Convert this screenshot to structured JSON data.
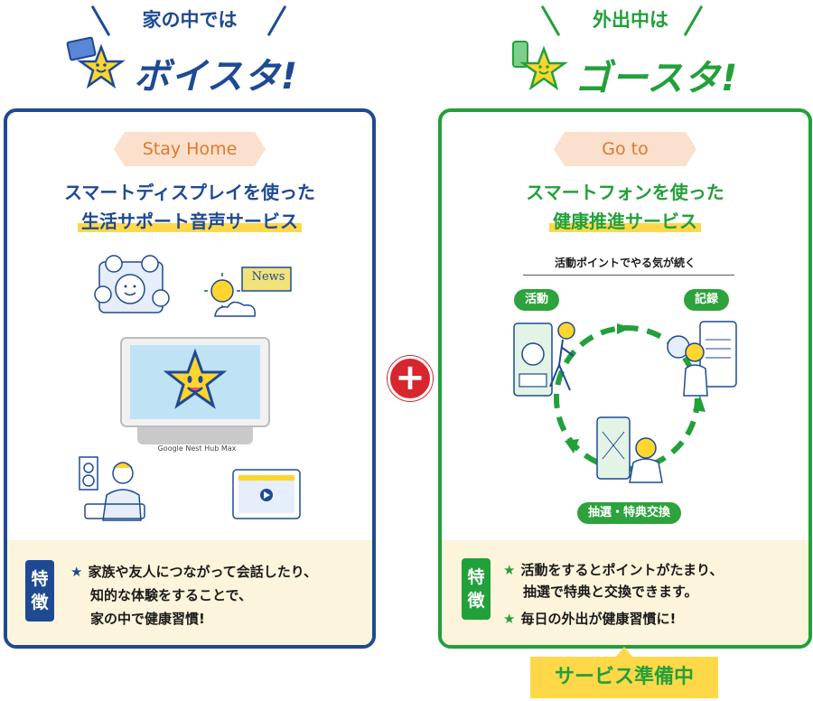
{
  "left": {
    "header_sub": "家の中では",
    "logo": "ボイスタ!",
    "pill": "Stay Home",
    "title_line1": "スマートディスプレイを使った",
    "title_line2": "生活サポート音声サービス",
    "news_label": "News",
    "device_caption": "Google Nest Hub Max",
    "feature_label": "特徴",
    "features": [
      "家族や友人につながって会話したり、",
      "知的な体験をすることで、",
      "家の中で健康習慣!"
    ],
    "color": "#1e4a93"
  },
  "right": {
    "header_sub": "外出中は",
    "logo": "ゴースタ!",
    "pill": "Go to",
    "title_line1": "スマートフォンを使った",
    "title_line2": "健康推進サービス",
    "cycle_caption": "活動ポイントでやる気が続く",
    "tags": [
      "活動",
      "記録",
      "抽選・特典交換"
    ],
    "feature_label": "特徴",
    "features": [
      "活動をするとポイントがたまり、",
      "抽選で特典と交換できます。",
      "毎日の外出が健康習慣に!"
    ],
    "status_banner": "サービス準備中",
    "color": "#22a03a"
  },
  "plus_symbol": "+",
  "colors": {
    "accent_yellow": "#ffd84a",
    "plus_red": "#d7262e",
    "feature_bg": "#fdf4dc"
  }
}
